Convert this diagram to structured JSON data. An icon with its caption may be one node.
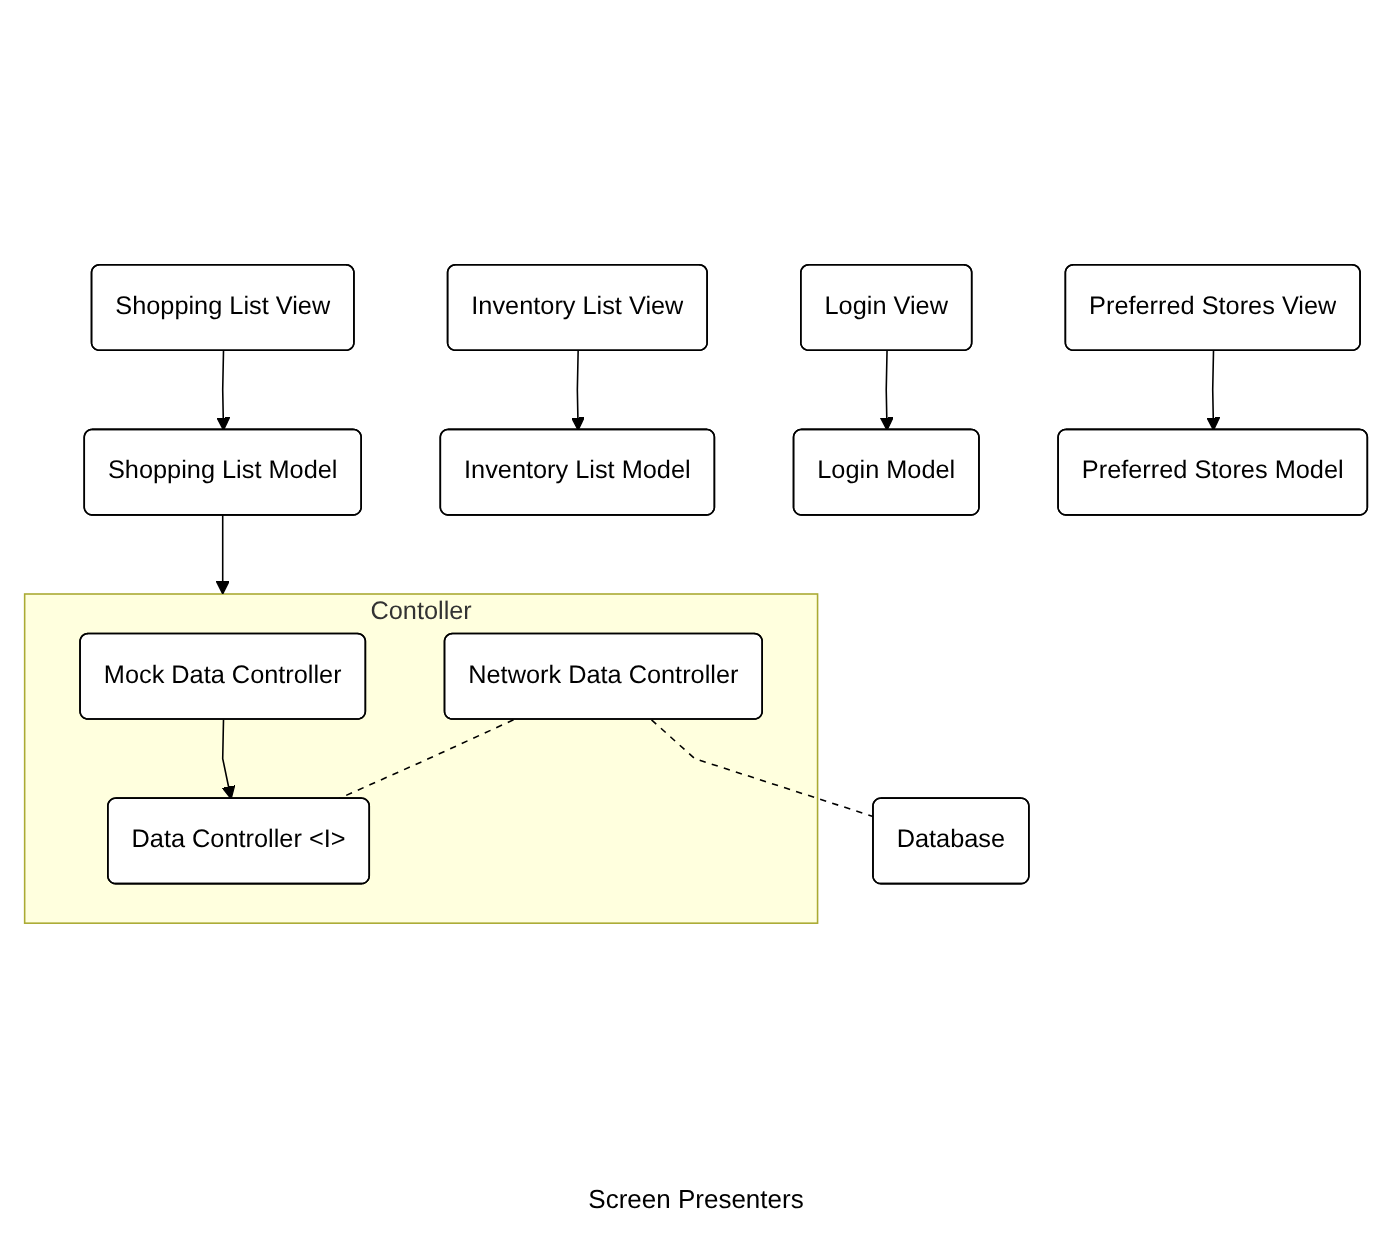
{
  "diagram": {
    "nodes": [
      {
        "text": [
          "Contoller"
        ]
      },
      {
        "text": [
          "Mock Data Controller"
        ],
        "in": 0
      },
      {
        "text": [
          "Network Data Controller"
        ],
        "in": 0
      },
      {
        "text": [
          "Data Controller <I>"
        ],
        "in": 0
      },
      {
        "text": [
          "Database"
        ]
      },
      {
        "text": [
          "Shopping List Model"
        ]
      },
      {
        "text": [
          "Inventory List Model"
        ]
      },
      {
        "text": [
          "Login Model"
        ]
      },
      {
        "text": [
          "Preferred Stores Model"
        ]
      },
      {
        "text": [
          "Shopping List View"
        ]
      },
      {
        "text": [
          "Inventory List View"
        ]
      },
      {
        "text": [
          "Login View"
        ]
      },
      {
        "text": [
          "Preferred Stores View"
        ]
      }
    ],
    "edges": [
      {
        "from": 1,
        "to": 3,
        "arrow": "to"
      },
      {
        "from": 2,
        "to": 3,
        "arrow": "none",
        "style": "dashed"
      },
      {
        "from": 2,
        "to": 4,
        "arrow": "none",
        "style": "dashed"
      },
      {
        "from": 5,
        "to": 0,
        "arrow": "to"
      },
      {
        "from": 9,
        "to": 5,
        "arrow": "to"
      },
      {
        "from": 10,
        "to": 6,
        "arrow": "to"
      },
      {
        "from": 11,
        "to": 7,
        "arrow": "to"
      },
      {
        "from": 12,
        "to": 8,
        "arrow": "to"
      }
    ],
    "labels": [
      "Screen Presenters"
    ]
  }
}
